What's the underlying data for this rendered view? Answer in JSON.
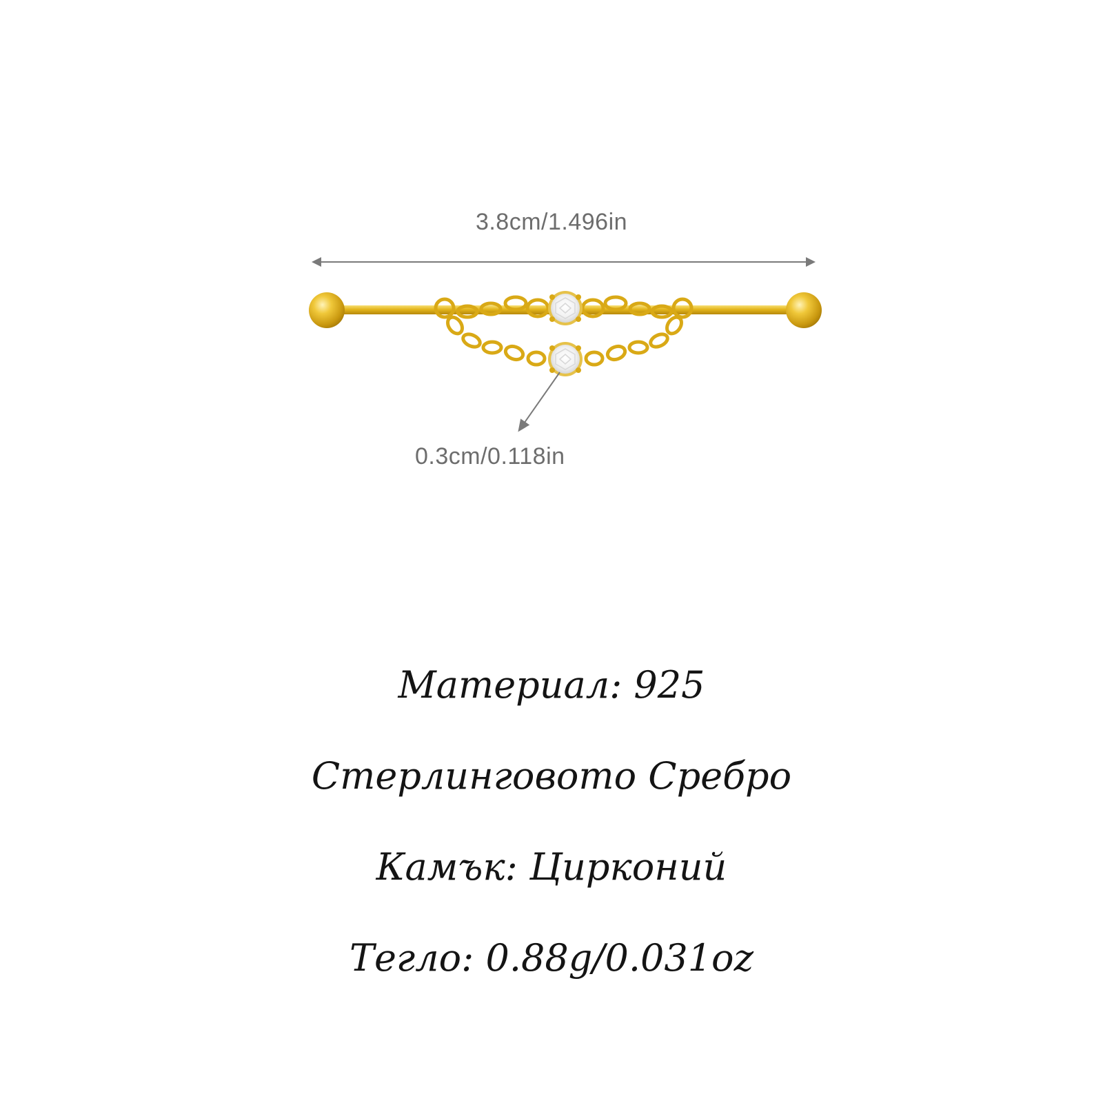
{
  "dimensions": {
    "length_label": "3.8cm/1.496in",
    "gem_label": "0.3cm/0.118in"
  },
  "specs": {
    "material": "Материал: 925",
    "material_detail": "Стерлинговото Сребро",
    "stone": "Камък: Цирконий",
    "weight": "Тегло: 0.88g/0.031oz"
  },
  "colors": {
    "gold": "#e3b51c",
    "gold_dark": "#b88a0c",
    "gold_light": "#f6dc6a",
    "arrow": "#7a7a7a",
    "text": "#141414",
    "dim_text": "#6d6d6d"
  }
}
